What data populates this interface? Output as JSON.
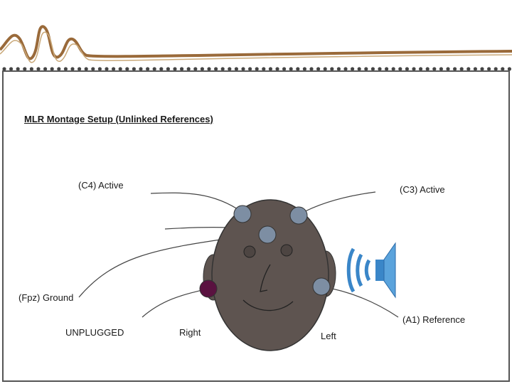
{
  "slide": {
    "title": "MLR Montage Setup (Unlinked References)"
  },
  "electrodes": {
    "c4": {
      "label": "(C4) Active"
    },
    "c3": {
      "label": "(C3) Active"
    },
    "fpz": {
      "label": "(Fpz) Ground"
    },
    "a1": {
      "label": "(A1) Reference"
    },
    "a2": {
      "label": "UNPLUGGED"
    }
  },
  "sides": {
    "right": "Right",
    "left": "Left"
  },
  "colors": {
    "head_fill": "#5e5450",
    "electrode_fill": "#7d8ea3",
    "unplugged_fill": "#5a1240",
    "wave_stroke": "#9a6a3a",
    "speaker_blue": "#3a86c8"
  },
  "icons": {
    "speaker": "speaker-sound-icon",
    "waveform": "waveform-logo"
  }
}
